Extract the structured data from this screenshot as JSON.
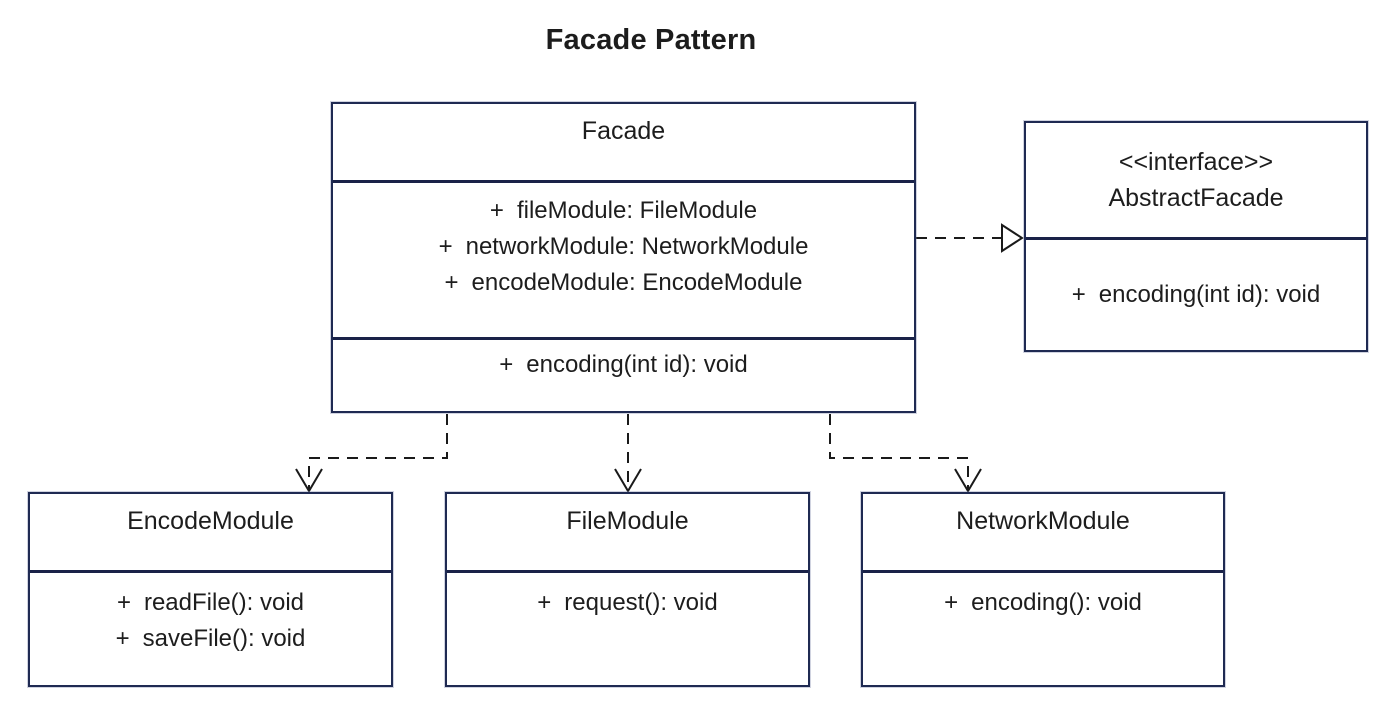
{
  "diagram": {
    "title": "Facade Pattern"
  },
  "colors": {
    "box_border": "#1f2a52",
    "divider": "#1a2248",
    "connector": "#1a1a1a",
    "text": "#1d1d1d",
    "background": "#ffffff"
  },
  "classes": {
    "facade": {
      "name": "Facade",
      "attributes": [
        {
          "visibility": "+",
          "signature": "fileModule: FileModule"
        },
        {
          "visibility": "+",
          "signature": "networkModule: NetworkModule"
        },
        {
          "visibility": "+",
          "signature": "encodeModule: EncodeModule"
        }
      ],
      "methods": [
        {
          "visibility": "+",
          "signature": "encoding(int id): void"
        }
      ]
    },
    "abstract_facade": {
      "stereotype": "<<interface>>",
      "name": "AbstractFacade",
      "methods": [
        {
          "visibility": "+",
          "signature": "encoding(int id): void"
        }
      ]
    },
    "encode_module": {
      "name": "EncodeModule",
      "methods": [
        {
          "visibility": "+",
          "signature": "readFile(): void"
        },
        {
          "visibility": "+",
          "signature": "saveFile(): void"
        }
      ]
    },
    "file_module": {
      "name": "FileModule",
      "methods": [
        {
          "visibility": "+",
          "signature": "request(): void"
        }
      ]
    },
    "network_module": {
      "name": "NetworkModule",
      "methods": [
        {
          "visibility": "+",
          "signature": "encoding(): void"
        }
      ]
    }
  },
  "relationships": [
    {
      "type": "realization",
      "from": "Facade",
      "to": "AbstractFacade"
    },
    {
      "type": "dependency",
      "from": "Facade",
      "to": "EncodeModule"
    },
    {
      "type": "dependency",
      "from": "Facade",
      "to": "FileModule"
    },
    {
      "type": "dependency",
      "from": "Facade",
      "to": "NetworkModule"
    }
  ]
}
